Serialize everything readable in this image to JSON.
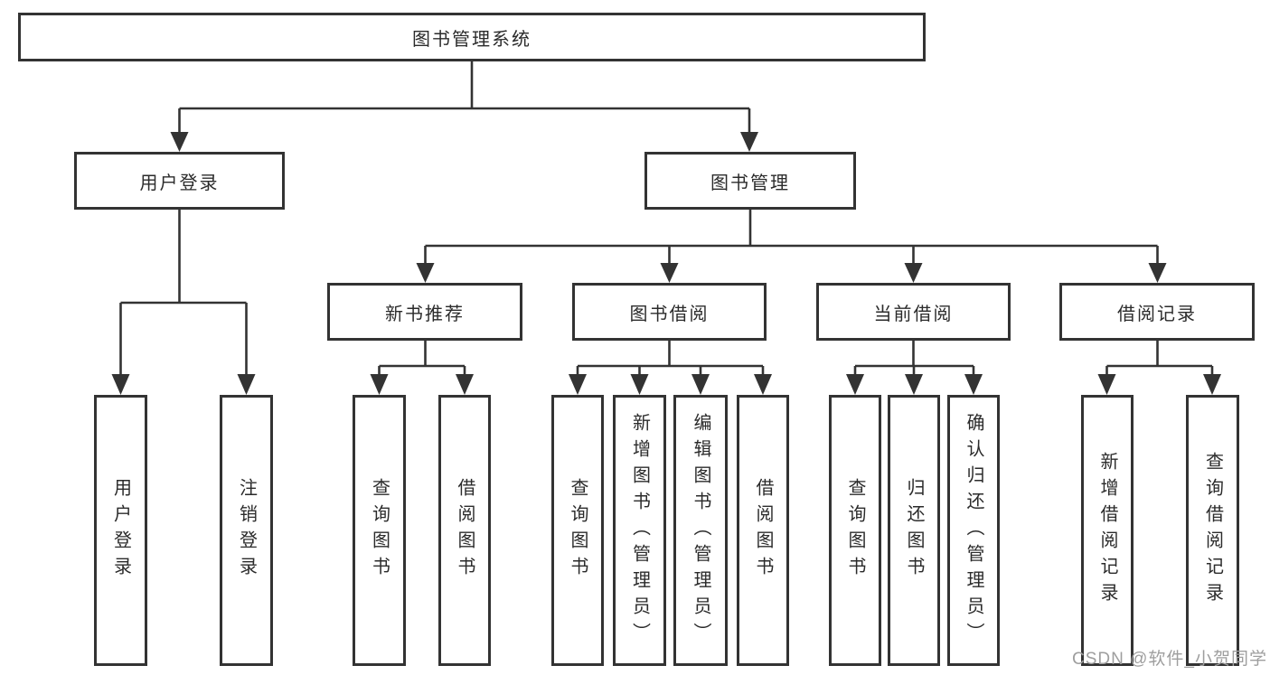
{
  "colors": {
    "line": "#333333",
    "box_border": "#333333",
    "box_fill": "#ffffff",
    "text": "#2b2b2b",
    "watermark": "#9e9e9e",
    "background": "#ffffff"
  },
  "watermark": {
    "text": "CSDN @软件_小贺同学"
  },
  "tree": {
    "root": "图书管理系统",
    "branches": [
      {
        "label": "用户登录",
        "children": [
          "用户登录",
          "注销登录"
        ]
      },
      {
        "label": "图书管理",
        "sections": [
          {
            "label": "新书推荐",
            "children": [
              "查询图书",
              "借阅图书"
            ]
          },
          {
            "label": "图书借阅",
            "children": [
              "查询图书",
              "新增图书（管理员）",
              "编辑图书（管理员）",
              "借阅图书"
            ]
          },
          {
            "label": "当前借阅",
            "children": [
              "查询图书",
              "归还图书",
              "确认归还（管理员）"
            ]
          },
          {
            "label": "借阅记录",
            "children": [
              "新增借阅记录",
              "查询借阅记录"
            ]
          }
        ]
      }
    ]
  }
}
